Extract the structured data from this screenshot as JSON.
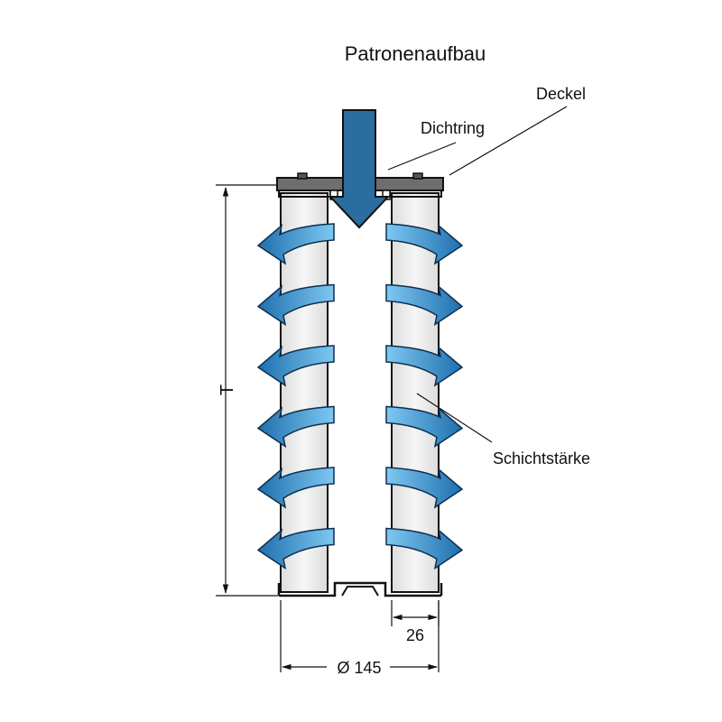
{
  "title": "Patronenaufbau",
  "labels": {
    "deckel": "Deckel",
    "dichtring": "Dichtring",
    "schichtstaerke": "Schichtstärke"
  },
  "dimensions": {
    "height": "T",
    "layer_thickness": "26",
    "diameter": "Ø 145"
  },
  "colors": {
    "arrow_light": "#7ec8f2",
    "arrow_dark": "#1f6fae",
    "inlet_arrow": "#2a6d9e",
    "cover": "#6e6e6e",
    "filter_fill": "#eeeeee"
  },
  "flow_arrow_rows": 6
}
